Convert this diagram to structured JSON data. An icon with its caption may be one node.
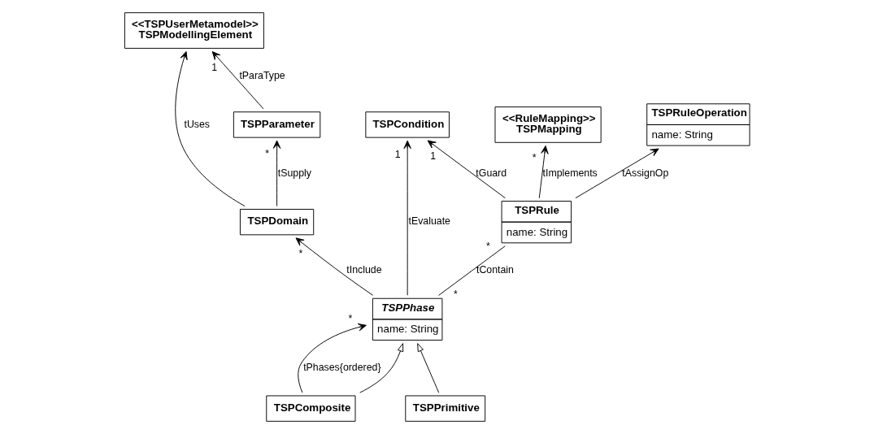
{
  "diagram": {
    "nodes": [
      {
        "text": [
          "<<TSPUserMetamodel>>",
          "TSPModellingElement"
        ]
      },
      {
        "text": [
          "TSPParameter"
        ]
      },
      {
        "text": [
          "TSPDomain"
        ]
      },
      {
        "text": [
          "TSPCondition"
        ]
      },
      {
        "text": [
          "TSPPhase",
          "name: String"
        ]
      },
      {
        "text": [
          "TSPRule",
          "name: String"
        ]
      },
      {
        "text": [
          "<<RuleMapping>>",
          "TSPMapping"
        ]
      },
      {
        "text": [
          "TSPComposite"
        ]
      },
      {
        "text": [
          "TSPPrimitive"
        ]
      },
      {
        "text": [
          "TSPRuleOperation",
          "name: String"
        ]
      }
    ],
    "edges": [
      {
        "from": 1,
        "to": 0,
        "arrow": "to",
        "label": "tParaType"
      },
      {
        "from": 2,
        "to": 0,
        "arrow": "to",
        "label": "tUses"
      },
      {
        "from": 2,
        "to": 1,
        "arrow": "to",
        "label": "tSupply"
      },
      {
        "from": 4,
        "to": 2,
        "arrow": "to",
        "label": "tInclude"
      },
      {
        "from": 4,
        "to": 3,
        "arrow": "to",
        "label": "tEvaluate"
      },
      {
        "from": 5,
        "to": 3,
        "arrow": "to",
        "label": "tGuard"
      },
      {
        "from": 4,
        "to": 5,
        "arrow": "none",
        "label": "tContain"
      },
      {
        "from": 5,
        "to": 6,
        "arrow": "to",
        "label": "tImplements"
      },
      {
        "from": 5,
        "to": 9,
        "arrow": "to",
        "label": "tAssignOp"
      },
      {
        "from": 7,
        "to": 4,
        "arrow": "to",
        "label": "tPhases{ordered}"
      },
      {
        "from": 7,
        "to": 4,
        "arrow": "to"
      },
      {
        "from": 8,
        "to": 4,
        "arrow": "to"
      }
    ],
    "labels": [
      "1",
      "*",
      "*",
      "1",
      "1",
      "*",
      "*",
      "*",
      "*"
    ]
  }
}
